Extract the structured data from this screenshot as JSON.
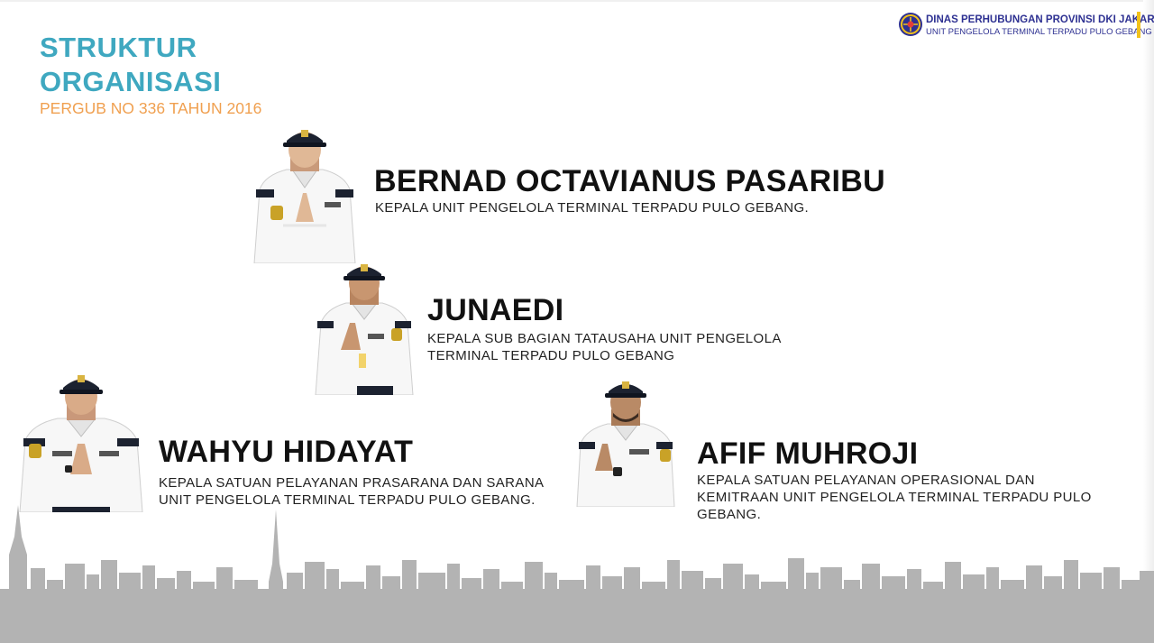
{
  "header": {
    "title_line1": "STRUKTUR",
    "title_line2": "ORGANISASI",
    "subtitle": "PERGUB NO 336 TAHUN 2016"
  },
  "logo": {
    "line1": "DINAS PERHUBUNGAN PROVINSI DKI JAKARTA",
    "line2": "UNIT PENGELOLA TERMINAL TERPADU PULO GEBANG",
    "icon": "dishub-emblem-icon",
    "accent": "#f2c21b"
  },
  "officials": [
    {
      "name": "BERNAD OCTAVIANUS PASARIBU",
      "role_line1": "KEPALA UNIT PENGELOLA TERMINAL TERPADU PULO GEBANG."
    },
    {
      "name": "JUNAEDI",
      "role_line1": "KEPALA SUB BAGIAN TATAUSAHA UNIT PENGELOLA",
      "role_line2": "TERMINAL TERPADU PULO GEBANG"
    },
    {
      "name": "WAHYU HIDAYAT",
      "role_line1": "KEPALA SATUAN PELAYANAN PRASARANA DAN SARANA",
      "role_line2": "UNIT PENGELOLA TERMINAL TERPADU PULO GEBANG."
    },
    {
      "name": "AFIF MUHROJI",
      "role_line1": "KEPALA SATUAN PELAYANAN OPERASIONAL DAN",
      "role_line2": "KEMITRAAN UNIT PENGELOLA TERMINAL TERPADU PULO",
      "role_line3": "GEBANG."
    }
  ],
  "colors": {
    "title": "#3fa8c0",
    "subtitle": "#f0a050",
    "skyline": "#b3b3b3",
    "uniform": "#f7f7f7",
    "cap": "#1c2230"
  }
}
